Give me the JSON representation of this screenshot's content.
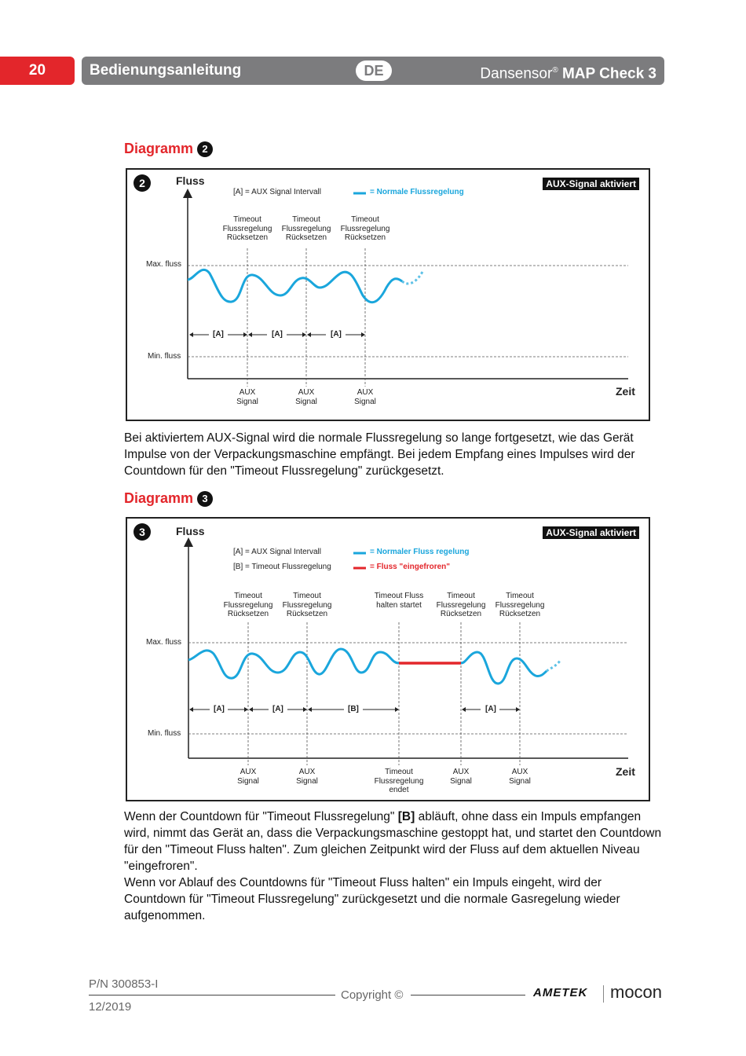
{
  "header": {
    "page_number": "20",
    "title": "Bedienungsanleitung",
    "language": "DE",
    "product_brand": "Dansensor",
    "product_reg": "®",
    "product_name": "MAP Check 3"
  },
  "diagram2": {
    "section_title": "Diagramm",
    "badge": "2",
    "aux_tag": "AUX-Signal aktiviert",
    "y_axis_label": "Fluss",
    "x_axis_label": "Zeit",
    "legend_a": "[A] = AUX Signal Intervall",
    "legend_blue": "= Normale Flussregelung",
    "max_label": "Max. fluss",
    "min_label": "Min. fluss",
    "timeout_1": "Timeout Flussregelung Rücksetzen",
    "timeout_2": "Timeout Flussregelung Rücksetzen",
    "timeout_3": "Timeout Flussregelung Rücksetzen",
    "interval_1": "[A]",
    "interval_2": "[A]",
    "interval_3": "[A]",
    "signal_1": "AUX Signal",
    "signal_2": "AUX Signal",
    "signal_3": "AUX Signal"
  },
  "paragraph1": "Bei aktiviertem AUX-Signal wird die normale Flussregelung so lange fortgesetzt, wie das Gerät Impulse von der Verpackungsmaschine empfängt. Bei jedem Empfang eines Impulses wird der Countdown für den \"Timeout Flussregelung\" zurückgesetzt.",
  "diagram3": {
    "section_title": "Diagramm",
    "badge": "3",
    "aux_tag": "AUX-Signal aktiviert",
    "y_axis_label": "Fluss",
    "x_axis_label": "Zeit",
    "legend_a": "[A] = AUX Signal Intervall",
    "legend_b": "[B] = Timeout Flussregelung",
    "legend_blue": "= Normaler Fluss regelung",
    "legend_red": "= Fluss \"eingefroren\"",
    "max_label": "Max. fluss",
    "min_label": "Min. fluss",
    "top_1": "Timeout Flussregelung Rücksetzen",
    "top_2": "Timeout Flussregelung Rücksetzen",
    "top_3": "Timeout Fluss halten startet",
    "top_4": "Timeout Flussregelung Rücksetzen",
    "top_5": "Timeout Flussregelung Rücksetzen",
    "interval_1": "[A]",
    "interval_2": "[A]",
    "interval_3": "[B]",
    "interval_4": "[A]",
    "bottom_1": "AUX Signal",
    "bottom_2": "AUX Signal",
    "bottom_3": "Timeout Flussregelung endet",
    "bottom_4": "AUX Signal",
    "bottom_5": "AUX Signal"
  },
  "paragraph2": {
    "line_a_pre": "Wenn der Countdown für \"Timeout Flussregelung\" ",
    "line_a_bold": "[B]",
    "line_a_post": " abläuft, ohne dass ein Impuls empfangen wird, nimmt das Gerät an, dass die Verpackungsmaschine gestoppt hat, und startet den Countdown für den \"Timeout Fluss halten\". Zum gleichen Zeitpunkt wird der Fluss auf dem aktuellen Niveau \"eingefroren\".",
    "line_b": "Wenn vor Ablauf des Countdowns für \"Timeout Fluss halten\" ein Impuls eingeht, wird der Countdown für \"Timeout Flussregelung\" zurückgesetzt und die normale Gasregelung wieder aufgenommen."
  },
  "footer": {
    "part_number": "P/N 300853-I",
    "date": "12/2019",
    "copyright": "Copyright ©",
    "brand_1": "AMETEK",
    "brand_2": "mocon"
  },
  "colors": {
    "accent_red": "#e3262b",
    "flow_blue": "#1aa6dc",
    "header_grey": "#7c7c7e"
  }
}
